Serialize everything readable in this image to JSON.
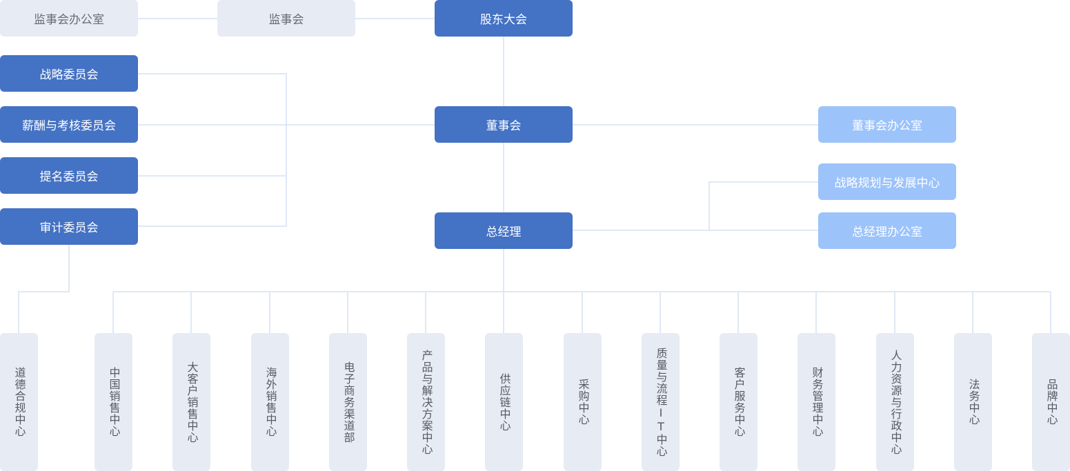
{
  "top": {
    "supervisory_office": "监事会办公室",
    "supervisory_board": "监事会",
    "shareholders": "股东大会"
  },
  "committees": [
    "战略委员会",
    "薪酬与考核委员会",
    "提名委员会",
    "审计委员会"
  ],
  "board": "董事会",
  "gm": "总经理",
  "right": {
    "board_office": "董事会办公室",
    "strategy_center": "战略规划与发展中心",
    "gm_office": "总经理办公室"
  },
  "departments": [
    "道德合规中心",
    "中国销售中心",
    "大客户销售中心",
    "海外销售中心",
    "电子商务渠道部",
    "产品与解决方案中心",
    "供应链中心",
    "采购中心",
    "质量与流程IT中心",
    "客户服务中心",
    "财务管理中心",
    "人力资源与行政中心",
    "法务中心",
    "品牌中心"
  ],
  "colors": {
    "primary": "#4472c4",
    "secondary": "#e6ebf4",
    "light": "#9cc3fa",
    "connector": "#dfe8f6"
  }
}
